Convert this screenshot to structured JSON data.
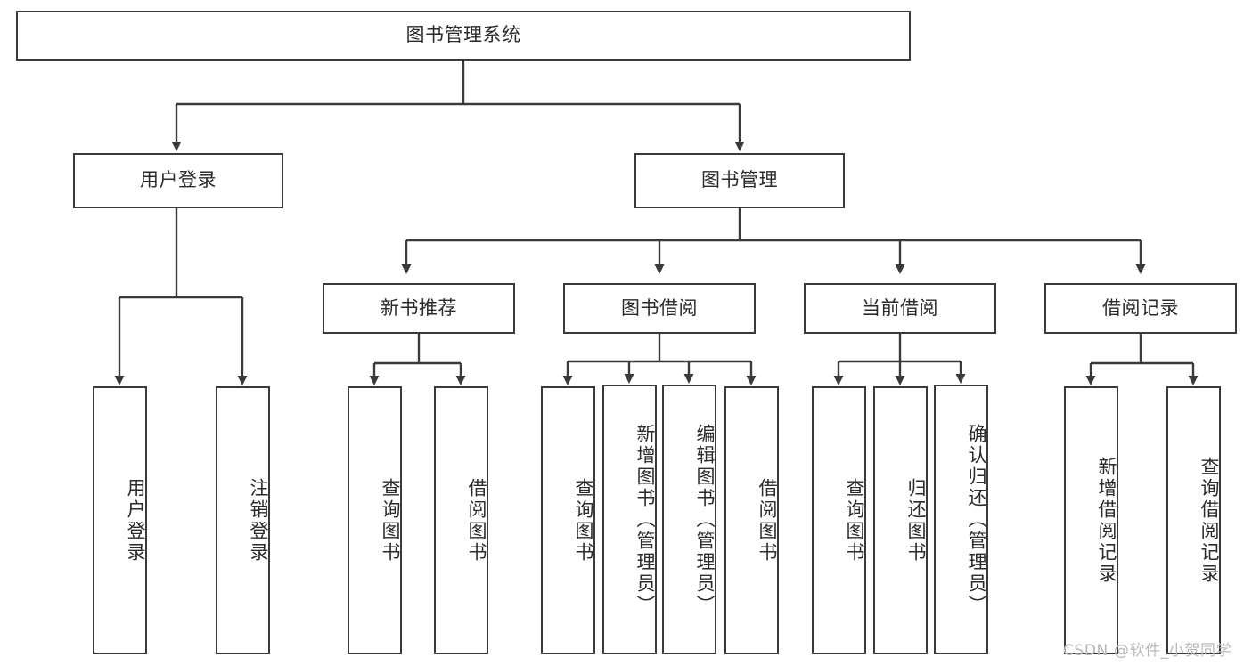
{
  "diagram": {
    "title_node": {
      "label": "图书管理系统"
    },
    "level2": [
      {
        "label": "用户登录"
      },
      {
        "label": "图书管理"
      }
    ],
    "level3": [
      {
        "label": "新书推荐"
      },
      {
        "label": "图书借阅"
      },
      {
        "label": "当前借阅"
      },
      {
        "label": "借阅记录"
      }
    ],
    "leaves": {
      "user_login": [
        {
          "label": "用户登录"
        },
        {
          "label": "注销登录"
        }
      ],
      "new_book_recommend": [
        {
          "label": "查询图书"
        },
        {
          "label": "借阅图书"
        }
      ],
      "book_borrow": [
        {
          "label": "查询图书"
        },
        {
          "label": "新增图书（管理员）"
        },
        {
          "label": "编辑图书（管理员）"
        },
        {
          "label": "借阅图书"
        }
      ],
      "current_borrow": [
        {
          "label": "查询图书"
        },
        {
          "label": "归还图书"
        },
        {
          "label": "确认归还（管理员）"
        }
      ],
      "borrow_record": [
        {
          "label": "新增借阅记录"
        },
        {
          "label": "查询借阅记录"
        }
      ]
    }
  },
  "watermark": {
    "text": "CSDN @软件_小贺同学"
  },
  "colors": {
    "stroke": "#3a3a3a",
    "text": "#2b2b2b",
    "background": "#ffffff",
    "watermark": "#b9b9b9"
  }
}
